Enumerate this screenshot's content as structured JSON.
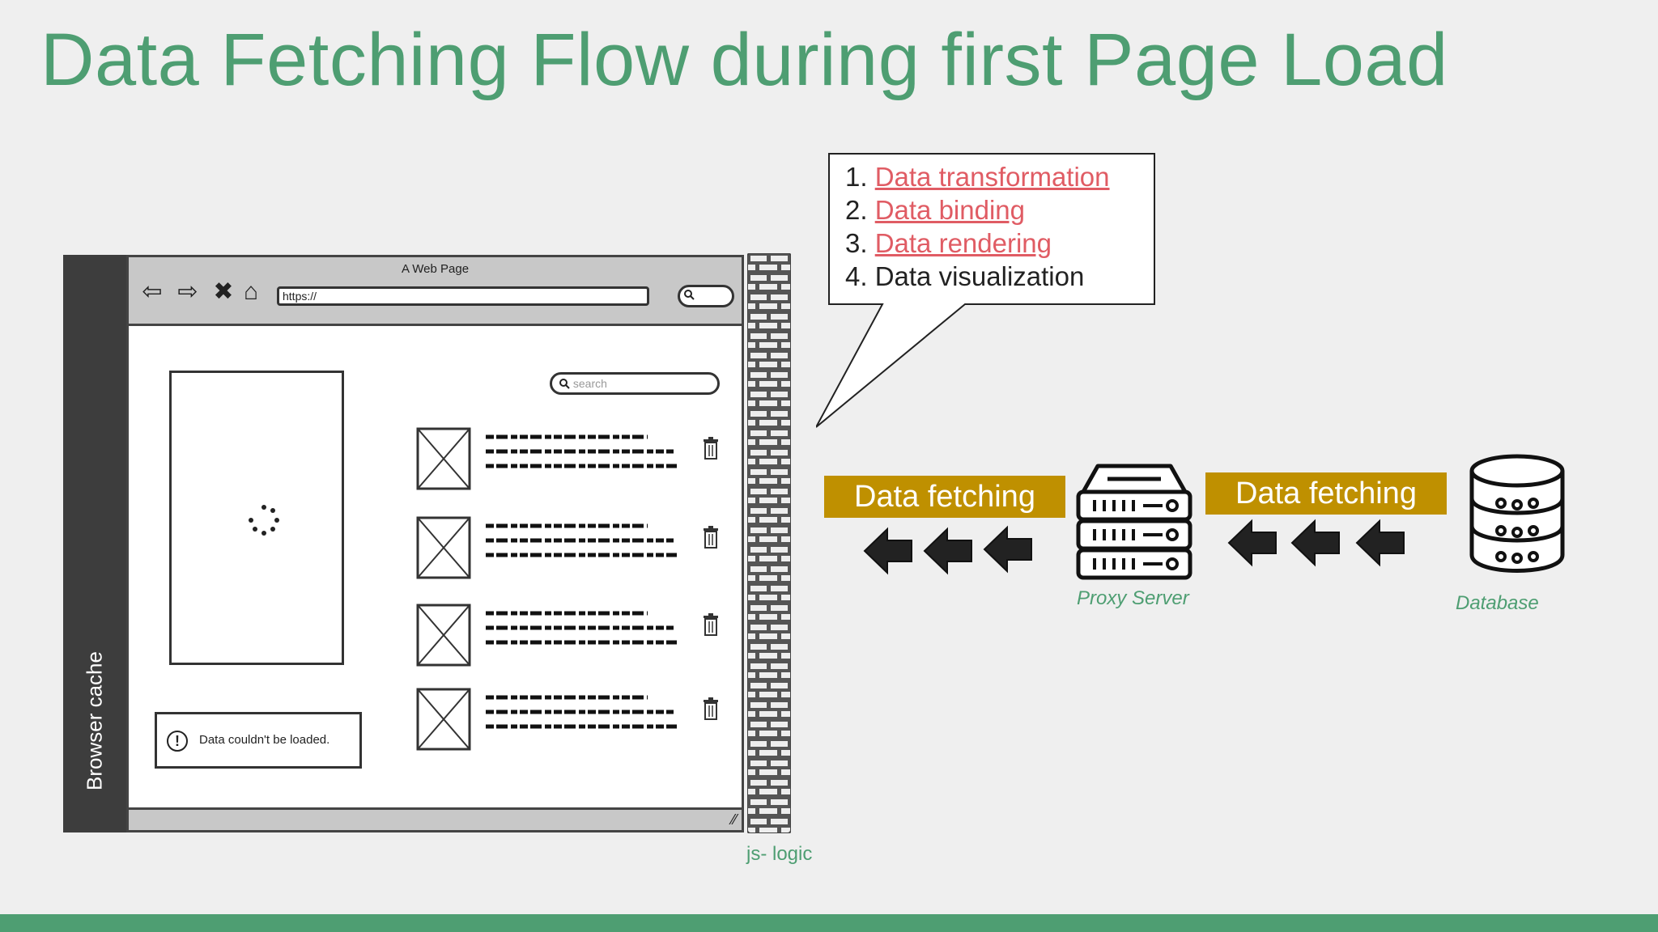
{
  "title": "Data Fetching Flow during first Page Load",
  "browser_cache": {
    "label": "Browser cache"
  },
  "browser": {
    "page_title": "A Web Page",
    "url": "https://",
    "search_placeholder": "search",
    "error_text": "Data couldn't be loaded."
  },
  "js_logic": {
    "label": "js- logic"
  },
  "callout": {
    "items": [
      {
        "num": "1.",
        "text": "Data transformation"
      },
      {
        "num": "2.",
        "text": "Data binding"
      },
      {
        "num": "3.",
        "text": "Data rendering"
      },
      {
        "num": "4.",
        "text": "Data visualization"
      }
    ]
  },
  "flow": {
    "fetch_left": "Data fetching",
    "fetch_right": "Data fetching",
    "proxy_label": "Proxy Server",
    "database_label": "Database"
  },
  "colors": {
    "accent_green": "#4e9e72",
    "fetch_gold": "#bf9000",
    "link_red": "#e05c64"
  }
}
